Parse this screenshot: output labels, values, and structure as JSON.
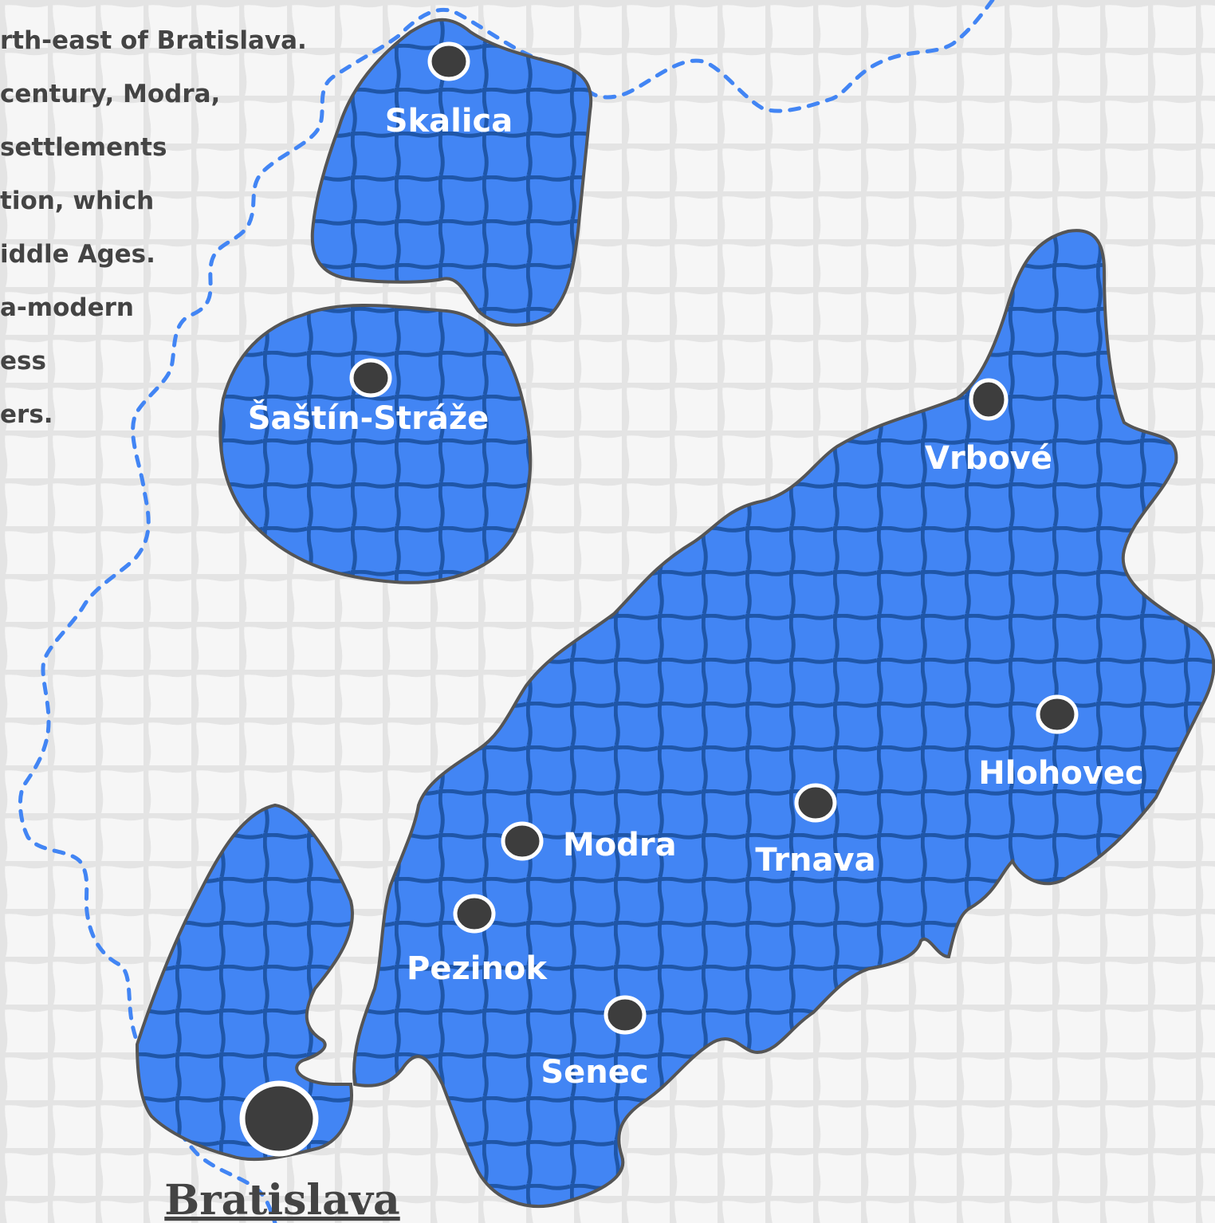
{
  "colors": {
    "region_fill": "#4285f4",
    "region_grid": "#1f56a8",
    "region_outline": "#555555",
    "border_dash": "#4285f4",
    "city_dot": "#3d3d3d",
    "city_ring": "#ffffff",
    "text_dark": "#444444",
    "paper_grid": "#e5e5e5"
  },
  "intro_lines": [
    "rth-east of Bratislava.",
    "century, Modra,",
    "settlements",
    "tion, which",
    "iddle Ages.",
    "a-modern",
    "ess",
    "ers."
  ],
  "cities": {
    "skalica": "Skalica",
    "sastin": "Šaštín-Stráže",
    "vrbove": "Vrbové",
    "hlohovec": "Hlohovec",
    "trnava": "Trnava",
    "modra": "Modra",
    "pezinok": "Pezinok",
    "senec": "Senec"
  },
  "capital": "Bratislava"
}
